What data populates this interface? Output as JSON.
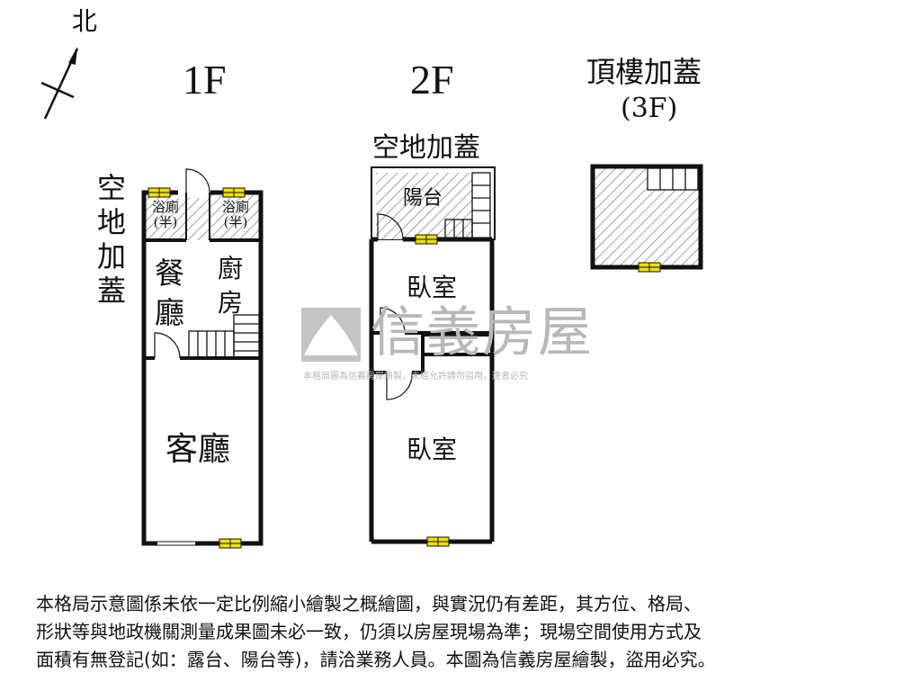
{
  "compass": {
    "label": "北"
  },
  "floors": {
    "f1": {
      "title": "1F",
      "side_label": "空地加蓋"
    },
    "f2": {
      "title": "2F",
      "top_label": "空地加蓋"
    },
    "f3": {
      "title_line1": "頂樓加蓋",
      "title_line2": "(3F)"
    }
  },
  "rooms": {
    "f1_bath_left_line1": "浴廁",
    "f1_bath_left_line2": "(半)",
    "f1_bath_right_line1": "浴廁",
    "f1_bath_right_line2": "(半)",
    "f1_dining_line1": "餐",
    "f1_dining_line2": "廳",
    "f1_kitchen_line1": "廚",
    "f1_kitchen_line2": "房",
    "f1_living": "客廳",
    "f2_balcony": "陽台",
    "f2_bedroom_upper": "臥室",
    "f2_bedroom_lower": "臥室"
  },
  "watermark": {
    "brand": "信義房屋",
    "notice": "本格局圖為信義房屋繪製，未經允許請勿盜用，違者必究"
  },
  "disclaimer": {
    "line1": "本格局示意圖係未依一定比例縮小繪製之概繪圖，與實況仍有差距，其方位、格局、",
    "line2": "形狀等與地政機關測量成果圖未必一致，仍須以房屋現場為準；現場空間使用方式及",
    "line3": "面積有無登記(如：露台、陽台等)，請洽業務人員。本圖為信義房屋繪製，盜用必究。"
  },
  "colors": {
    "wall": "#111111",
    "window": "#f2e000",
    "hatch": "#888888",
    "watermark": "#b8b8b8"
  }
}
